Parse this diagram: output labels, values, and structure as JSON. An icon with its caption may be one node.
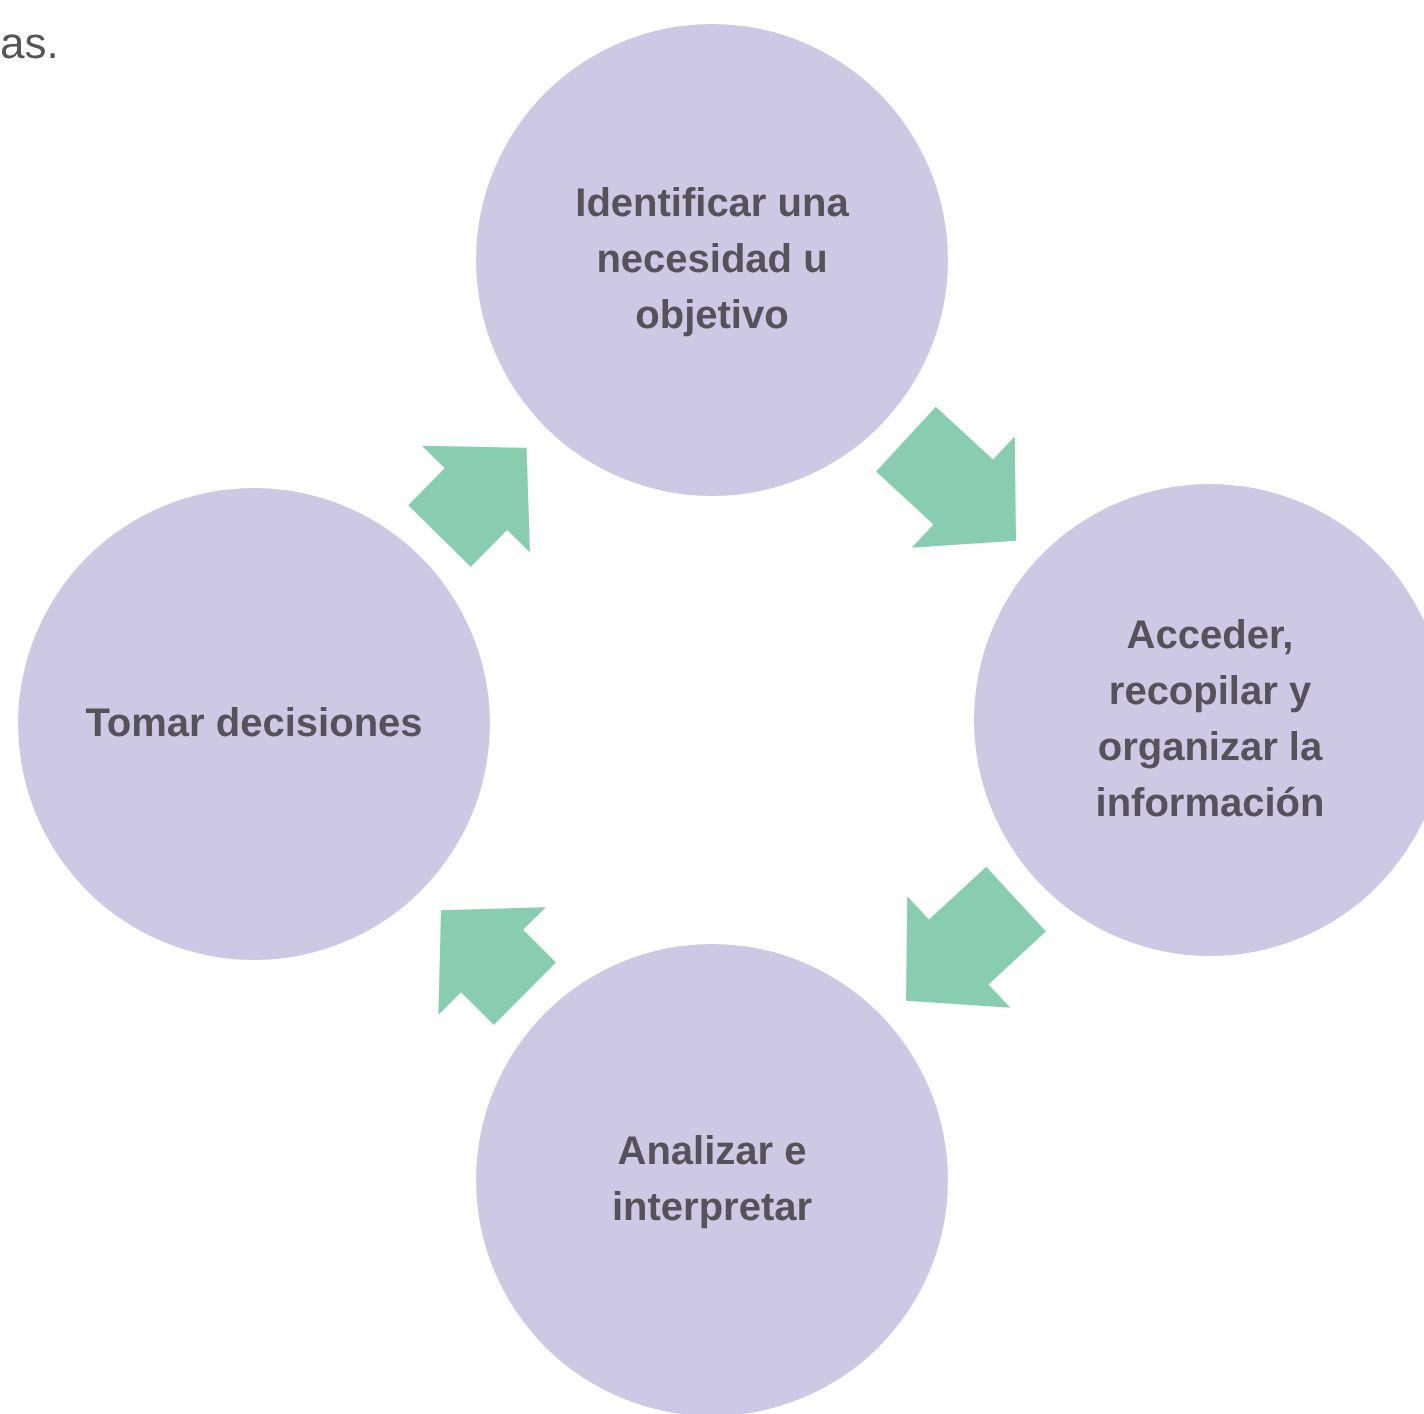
{
  "diagram": {
    "nodes": [
      {
        "text": [
          "Identificar una necesidad u objetivo"
        ]
      },
      {
        "text": [
          "Acceder, recopilar y organizar la información"
        ]
      },
      {
        "text": [
          "Analizar e interpretar"
        ]
      },
      {
        "text": [
          "Tomar decisiones"
        ]
      }
    ],
    "edges": [
      {
        "from": 0,
        "to": 1,
        "arrow": "to"
      },
      {
        "from": 1,
        "to": 2,
        "arrow": "to"
      },
      {
        "from": 2,
        "to": 3,
        "arrow": "to"
      },
      {
        "from": 3,
        "to": 0,
        "arrow": "to"
      }
    ],
    "labels": [
      "as."
    ]
  }
}
